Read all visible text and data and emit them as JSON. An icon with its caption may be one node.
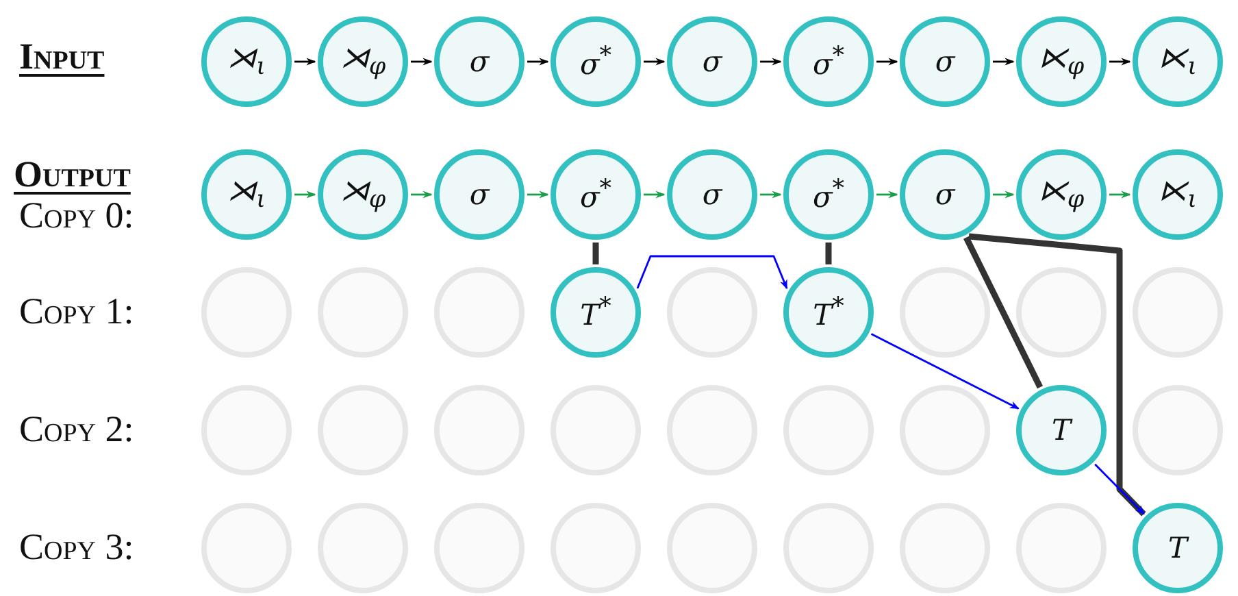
{
  "diagram": {
    "nodes": [
      {
        "text": [
          "⋊$_{ι}$"
        ]
      },
      {
        "text": [
          "⋊$_{φ}$"
        ]
      },
      {
        "text": [
          "σ"
        ]
      },
      {
        "text": [
          "σ$^{*}$"
        ]
      },
      {
        "text": [
          "σ"
        ]
      },
      {
        "text": [
          "σ$^{*}$"
        ]
      },
      {
        "text": [
          "σ"
        ]
      },
      {
        "text": [
          "⋉$_{φ}$"
        ]
      },
      {
        "text": [
          "⋉$_{ι}$"
        ]
      },
      {
        "text": [
          "⋊$_{ι}$"
        ]
      },
      {
        "text": [
          "⋊$_{φ}$"
        ]
      },
      {
        "text": [
          "σ"
        ]
      },
      {
        "text": [
          "σ$^{*}$"
        ]
      },
      {
        "text": [
          "σ"
        ]
      },
      {
        "text": [
          "σ$^{*}$"
        ]
      },
      {
        "text": [
          "σ"
        ]
      },
      {
        "text": [
          "⋉$_{φ}$"
        ]
      },
      {
        "text": [
          "⋉$_{ι}$"
        ]
      },
      {
        "text": [],
        "shape": "circle"
      },
      {
        "text": [],
        "shape": "circle"
      },
      {
        "text": [],
        "shape": "circle"
      },
      {
        "text": [
          "T$^{*}$"
        ]
      },
      {
        "text": [],
        "shape": "circle"
      },
      {
        "text": [
          "T$^{*}$"
        ]
      },
      {
        "text": [],
        "shape": "circle"
      },
      {
        "text": [],
        "shape": "circle"
      },
      {
        "text": [],
        "shape": "circle"
      },
      {
        "text": [],
        "shape": "circle"
      },
      {
        "text": [],
        "shape": "circle"
      },
      {
        "text": [],
        "shape": "circle"
      },
      {
        "text": [],
        "shape": "circle"
      },
      {
        "text": [],
        "shape": "circle"
      },
      {
        "text": [],
        "shape": "circle"
      },
      {
        "text": [],
        "shape": "circle"
      },
      {
        "text": [
          "T"
        ]
      },
      {
        "text": [],
        "shape": "circle"
      },
      {
        "text": [],
        "shape": "circle"
      },
      {
        "text": [],
        "shape": "circle"
      },
      {
        "text": [],
        "shape": "circle"
      },
      {
        "text": [],
        "shape": "circle"
      },
      {
        "text": [],
        "shape": "circle"
      },
      {
        "text": [],
        "shape": "circle"
      },
      {
        "text": [],
        "shape": "circle"
      },
      {
        "text": [],
        "shape": "circle"
      },
      {
        "text": [
          "T"
        ]
      }
    ],
    "edges": [
      {
        "from": 0,
        "to": 1,
        "arrow": "to"
      },
      {
        "from": 1,
        "to": 2,
        "arrow": "to"
      },
      {
        "from": 2,
        "to": 3,
        "arrow": "to"
      },
      {
        "from": 3,
        "to": 4,
        "arrow": "to"
      },
      {
        "from": 4,
        "to": 5,
        "arrow": "to"
      },
      {
        "from": 5,
        "to": 6,
        "arrow": "to"
      },
      {
        "from": 6,
        "to": 7,
        "arrow": "to"
      },
      {
        "from": 7,
        "to": 8,
        "arrow": "to"
      },
      {
        "from": 9,
        "to": 10,
        "arrow": "to",
        "color": "#1a9e4a"
      },
      {
        "from": 10,
        "to": 11,
        "arrow": "to",
        "color": "#1a9e4a"
      },
      {
        "from": 11,
        "to": 12,
        "arrow": "to",
        "color": "#1a9e4a"
      },
      {
        "from": 12,
        "to": 13,
        "arrow": "to",
        "color": "#1a9e4a"
      },
      {
        "from": 13,
        "to": 14,
        "arrow": "to",
        "color": "#1a9e4a"
      },
      {
        "from": 14,
        "to": 15,
        "arrow": "to",
        "color": "#1a9e4a"
      },
      {
        "from": 15,
        "to": 16,
        "arrow": "to",
        "color": "#1a9e4a"
      },
      {
        "from": 16,
        "to": 17,
        "arrow": "to",
        "color": "#1a9e4a"
      },
      {
        "from": 12,
        "to": 21,
        "arrow": "none",
        "style": "thick",
        "color": "#333333"
      },
      {
        "from": 14,
        "to": 23,
        "arrow": "none",
        "style": "thick",
        "color": "#333333"
      },
      {
        "from": 15,
        "to": 34,
        "arrow": "none",
        "style": "thick",
        "color": "#333333"
      },
      {
        "from": 15,
        "to": 44,
        "arrow": "none",
        "style": "thick",
        "color": "#333333"
      },
      {
        "from": 21,
        "to": 23,
        "arrow": "to",
        "color": "#0000ff"
      },
      {
        "from": 23,
        "to": 34,
        "arrow": "to",
        "color": "#0000ff"
      },
      {
        "from": 34,
        "to": 44,
        "arrow": "to",
        "color": "#0000ff"
      }
    ],
    "labels": [
      "Input",
      "Output",
      "Copy 0:",
      "Copy 1:",
      "Copy 2:",
      "Copy 3:"
    ]
  }
}
